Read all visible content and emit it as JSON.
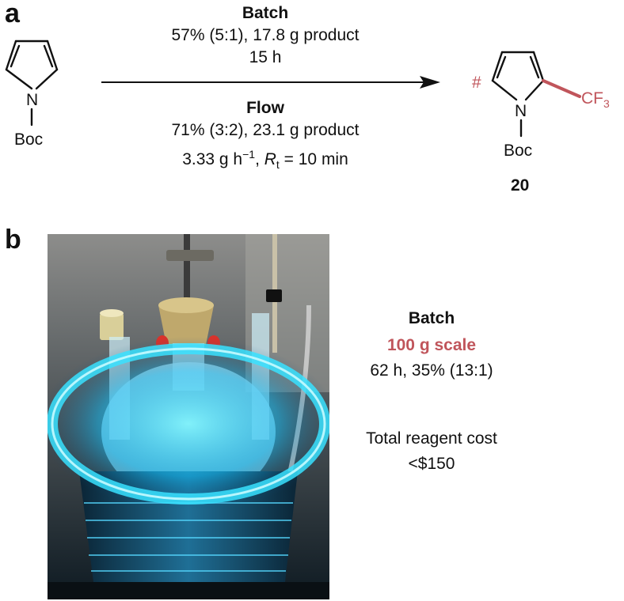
{
  "panels": {
    "a": "a",
    "b": "b"
  },
  "reaction": {
    "batch": {
      "title": "Batch",
      "line1": "57% (5:1), 17.8 g product",
      "line2": "15 h"
    },
    "flow": {
      "title": "Flow",
      "line1": "71% (3:2), 23.1 g product",
      "line2_prefix": "3.33 g h",
      "line2_sup": "−1",
      "line2_mid": ", ",
      "line2_R": "R",
      "line2_sub": "t",
      "line2_suffix": " = 10 min"
    }
  },
  "reactant": {
    "n_label": "N",
    "boc_label": "Boc"
  },
  "product": {
    "n_label": "N",
    "boc_label": "Boc",
    "hash": "#",
    "cf3_main": "CF",
    "cf3_sub": "3",
    "compound_number": "20"
  },
  "panel_b": {
    "title": "Batch",
    "scale": "100 g scale",
    "details": "62 h, 35% (13:1)",
    "cost_line1": "Total reagent cost",
    "cost_line2": "<$150"
  },
  "colors": {
    "accent_red": "#c0555b",
    "glow_blue": "#1fd0ff"
  }
}
